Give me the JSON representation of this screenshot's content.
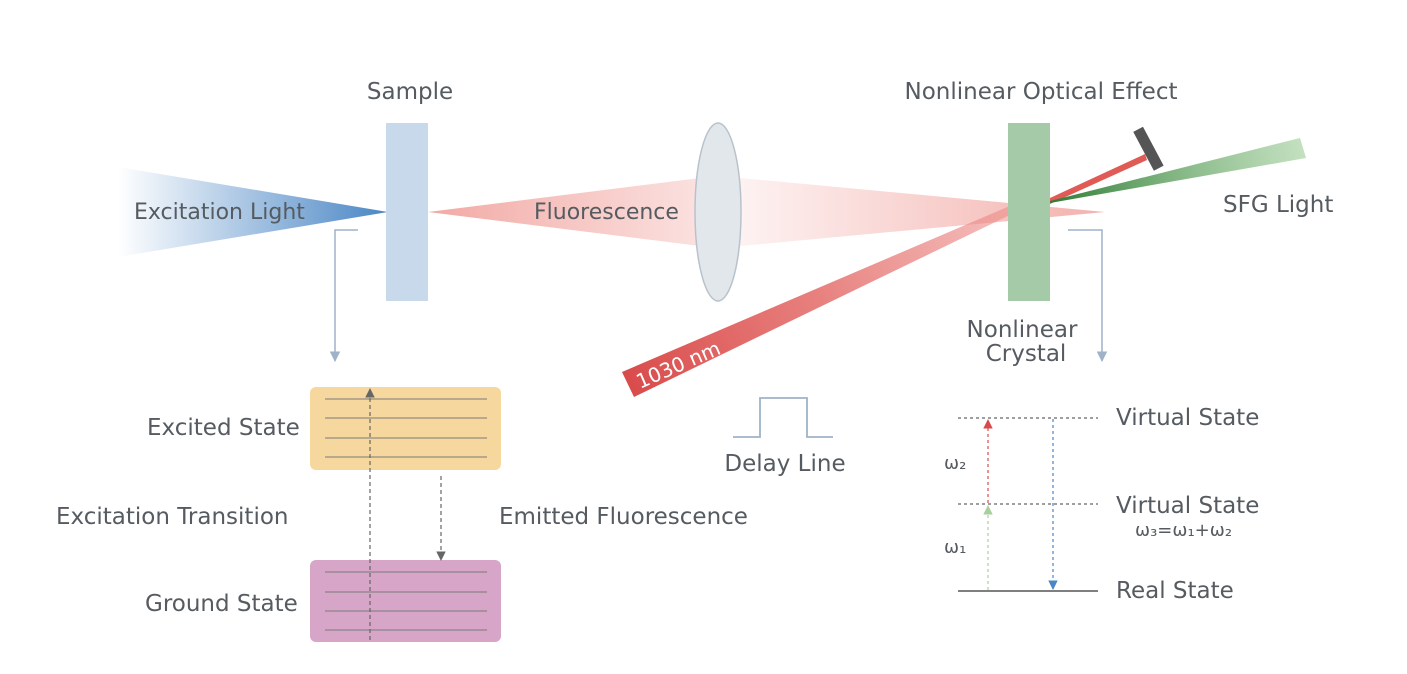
{
  "labels": {
    "sample": "Sample",
    "nonlinear_effect": "Nonlinear Optical Effect",
    "excitation_light": "Excitation Light",
    "fluorescence": "Fluorescence",
    "sfg_light": "SFG Light",
    "nonlinear_crystal_line1": "Nonlinear",
    "nonlinear_crystal_line2": "Crystal",
    "laser_wavelength": "1030 nm",
    "excited_state": "Excited State",
    "excitation_transition": "Excitation Transition",
    "emitted_fluorescence": "Emitted Fluorescence",
    "ground_state": "Ground State",
    "delay_line": "Delay Line",
    "virtual_state_upper": "Virtual State",
    "virtual_state_lower": "Virtual State",
    "real_state": "Real State",
    "omega2": "ω₂",
    "omega1": "ω₁",
    "omega_sum": "ω₃=ω₁+ω₂"
  },
  "colors": {
    "text": "#555b60",
    "sample": "#c9d9ec",
    "crystal": "#a5caa7",
    "excitation_beam": "#4a86c5",
    "fluorescence_beam": "#f2a9a4",
    "laser_beam": "#d94b4b",
    "sfg_beam": "#4f9a55",
    "excited_band": "#f6d79e",
    "ground_band": "#d6a5c8",
    "lens": "#e2e7ec",
    "connector": "#9fb3c8"
  }
}
